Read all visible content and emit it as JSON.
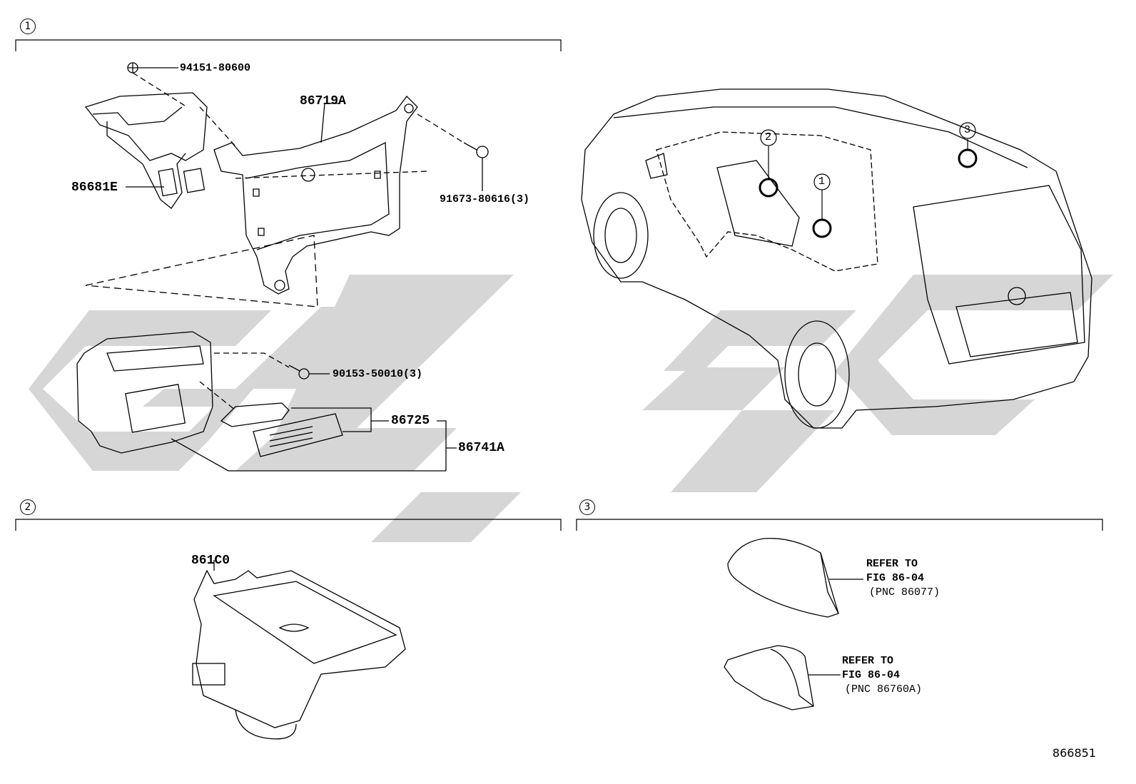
{
  "sections": [
    {
      "id": "1",
      "marker": "1"
    },
    {
      "id": "2",
      "marker": "2"
    },
    {
      "id": "3",
      "marker": "3"
    }
  ],
  "parts": {
    "p94151": "94151-80600",
    "p86719a": "86719A",
    "p86681e": "86681E",
    "p91673": "91673-80616(3)",
    "p90153": "90153-50010(3)",
    "p86725": "86725",
    "p86741a": "86741A",
    "p861c0": "861C0"
  },
  "references": [
    {
      "line1": "REFER TO",
      "line2": "FIG 86-04",
      "line3": "(PNC 86077)"
    },
    {
      "line1": "REFER TO",
      "line2": "FIG 86-04",
      "line3": "(PNC 86760A)"
    }
  ],
  "vehicle_callouts": [
    "1",
    "2",
    "3"
  ],
  "figure_id": "866851",
  "watermark_color": "#c8c8c8"
}
